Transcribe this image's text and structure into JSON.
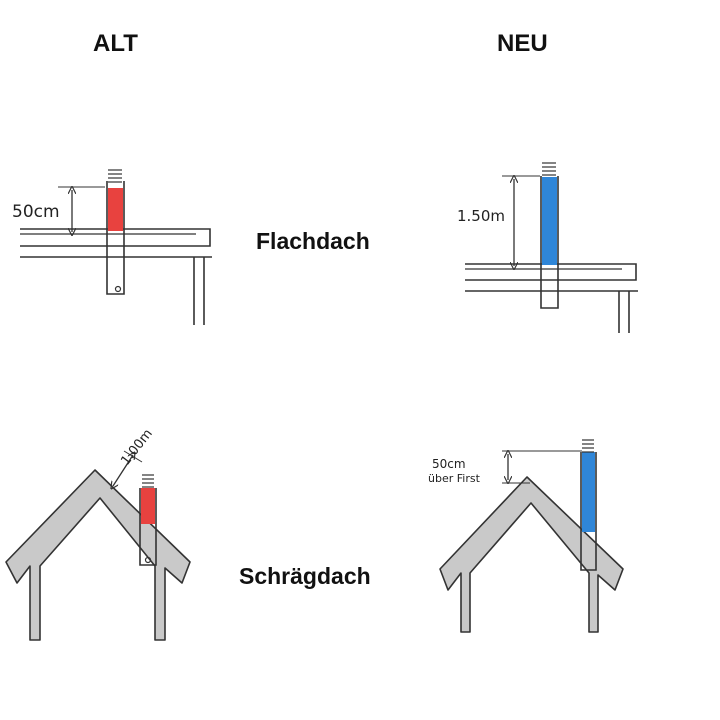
{
  "headings": {
    "old": "ALT",
    "new": "NEU"
  },
  "labels": {
    "flat_roof": "Flachdach",
    "pitched_roof": "Schrägdach"
  },
  "dimensions": {
    "old_flat": "50cm",
    "new_flat": "1.50m",
    "old_pitched": "1.00m",
    "new_pitched_line1": "50cm",
    "new_pitched_line2": "über First"
  },
  "colors": {
    "old_chimney": "#e8423f",
    "new_chimney": "#2f86d8",
    "roof_fill": "#c9c9c9",
    "stroke": "#333333"
  }
}
